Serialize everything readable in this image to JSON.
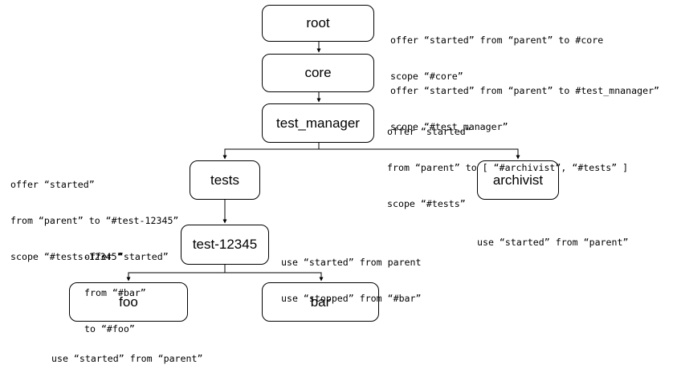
{
  "nodes": {
    "root": "root",
    "core": "core",
    "test_manager": "test_manager",
    "tests": "tests",
    "archivist": "archivist",
    "test_12345": "test-12345",
    "foo": "foo",
    "bar": "bar"
  },
  "annotations": {
    "root": [
      "offer “started” from “parent” to #core",
      "scope “#core”"
    ],
    "core": [
      "offer “started” from “parent” to #test_mnanager”",
      "scope “#test_manager”"
    ],
    "test_manager": [
      "offer “started”",
      "from “parent” to [ “#archivist”, “#tests” ]",
      "scope “#tests”"
    ],
    "tests": [
      "offer “started”",
      "from “parent” to “#test-12345”",
      "scope “#tests-12345”"
    ],
    "archivist": [
      "use “started” from “parent”"
    ],
    "test_12345_offer": [
      "offer “started”",
      "from “#bar”",
      "to “#foo”"
    ],
    "test_12345_use": [
      "use “started” from parent",
      "use “stopped” from “#bar”"
    ],
    "foo": [
      "use “started” from “parent”"
    ]
  },
  "colors": {
    "stroke": "#000000",
    "background": "#ffffff"
  }
}
